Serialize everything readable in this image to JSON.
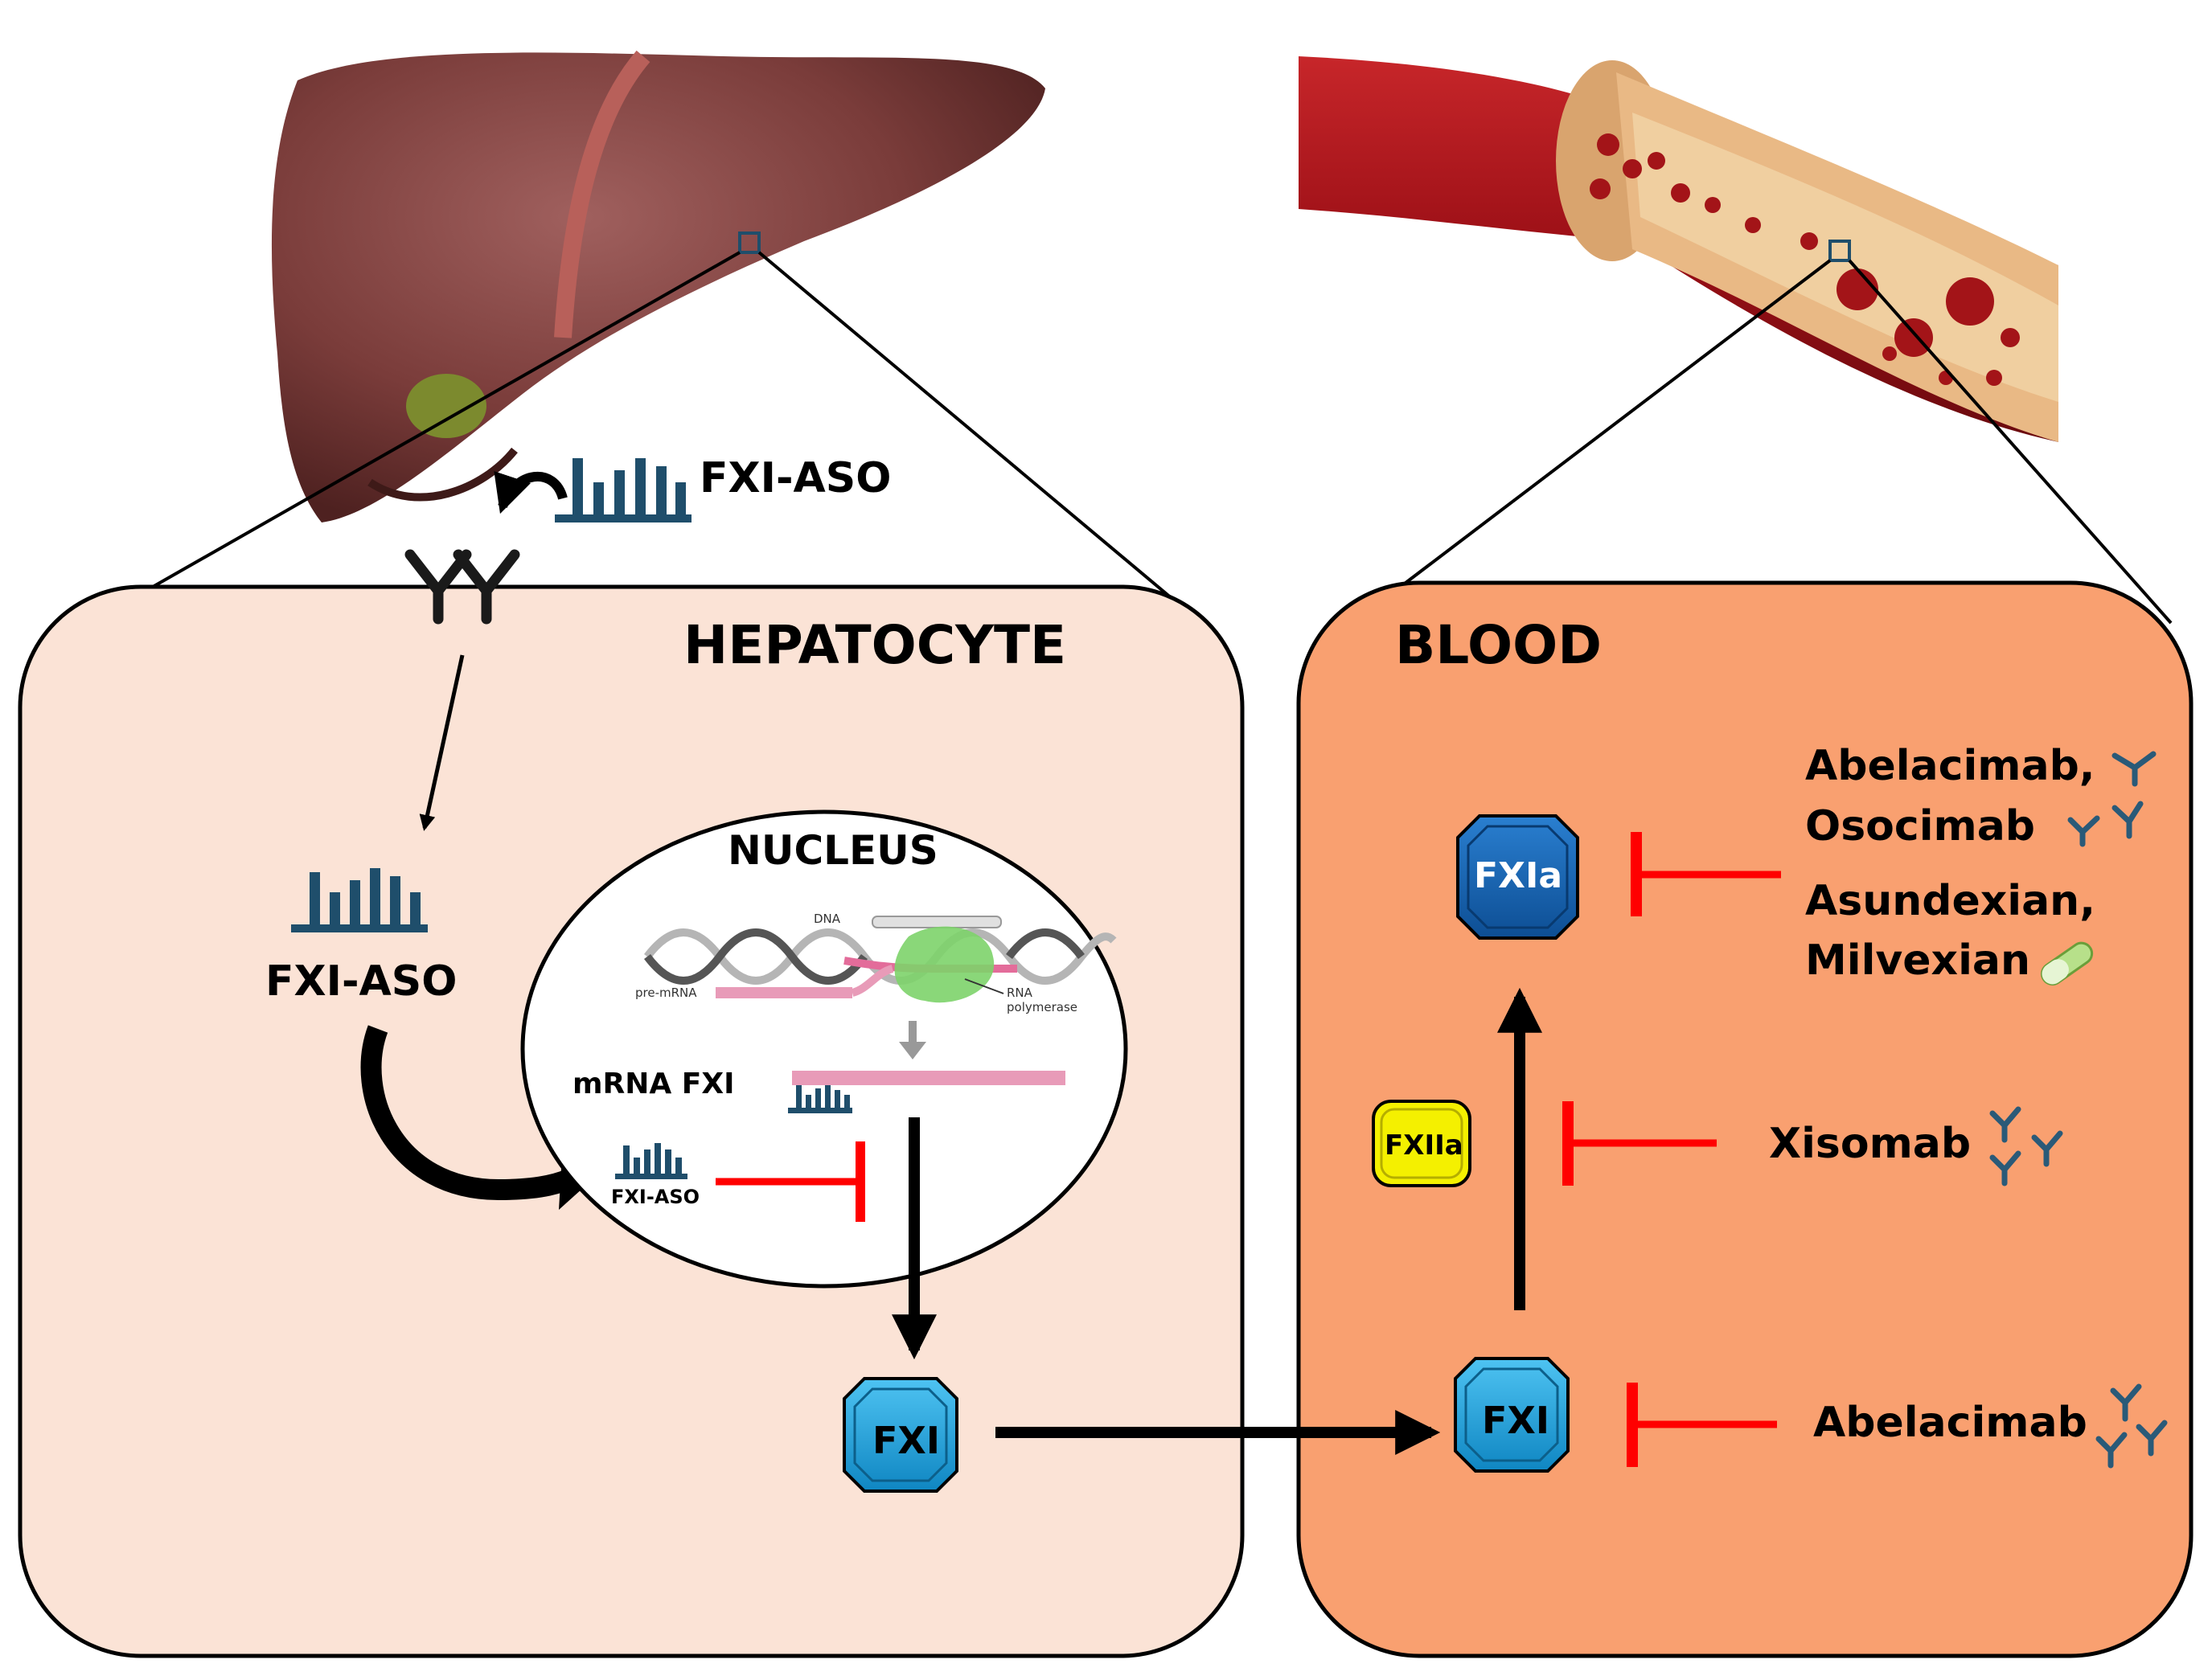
{
  "panels": {
    "hepatocyte": {
      "title": "HEPATOCYTE",
      "fill": "#fbe3d6"
    },
    "blood": {
      "title": "BLOOD",
      "fill": "#f9a070"
    }
  },
  "nucleus": {
    "title": "NUCLEUS",
    "dna_label": "DNA",
    "pre_mrna_label": "pre-mRNA",
    "rna_polymerase_label_1": "RNA",
    "rna_polymerase_label_2": "polymerase",
    "mrna_label": "mRNA FXI",
    "aso_label": "FXI-ASO"
  },
  "aso": {
    "top_label": "FXI-ASO",
    "cyto_label": "FXI-ASO",
    "color": "#1f4e6b"
  },
  "factors": {
    "fxi_hepatocyte": "FXI",
    "fxi_blood": "FXI",
    "fxia": "FXIa",
    "fxiia": "FXIIa"
  },
  "drugs": {
    "abelacimab_top": "Abelacimab,",
    "osocimab": "Osocimab",
    "asundexian": "Asundexian,",
    "milvexian": "Milvexian",
    "xisomab": "Xisomab",
    "abelacimab_bottom": "Abelacimab"
  },
  "colors": {
    "inhibition": "#ff0000",
    "fxi_box": "#1aa3e0",
    "fxia_box": "#1565b5",
    "fxiia_box": "#f4f000",
    "antibody": "#2a5a78"
  },
  "icons": [
    "liver-illustration",
    "blood-vessel-illustration",
    "receptor-icon",
    "antibody-icon",
    "pill-icon",
    "dna-helix-icon"
  ]
}
